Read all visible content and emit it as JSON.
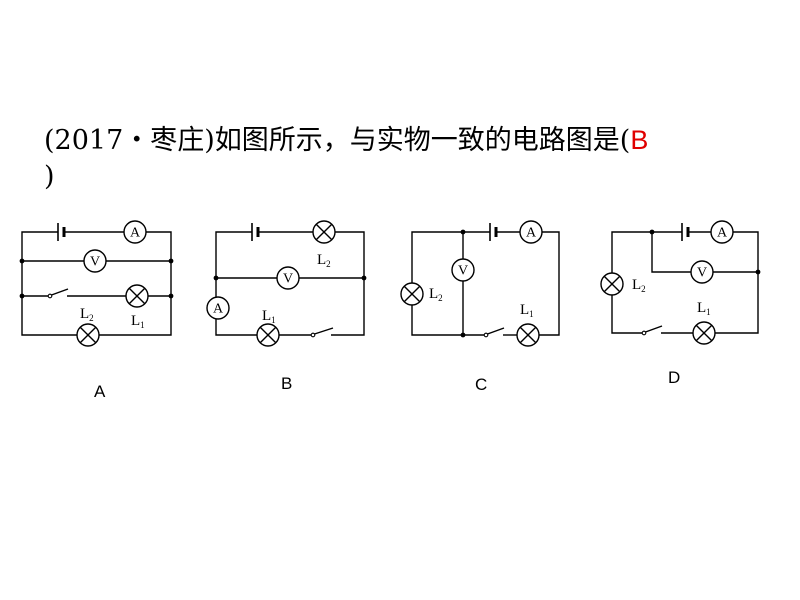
{
  "question": {
    "prefix": "(2017・枣庄)如图所示，与实物一致的电路图是(",
    "answer": "B",
    "suffix": ")"
  },
  "colors": {
    "answer": "#e00000",
    "text": "#000000"
  },
  "symbols": {
    "ammeter": "A",
    "voltmeter": "V",
    "lamp1": {
      "letter": "L",
      "sub": "1"
    },
    "lamp2": {
      "letter": "L",
      "sub": "2"
    }
  },
  "options": [
    {
      "label": "A"
    },
    {
      "label": "B"
    },
    {
      "label": "C"
    },
    {
      "label": "D"
    }
  ]
}
